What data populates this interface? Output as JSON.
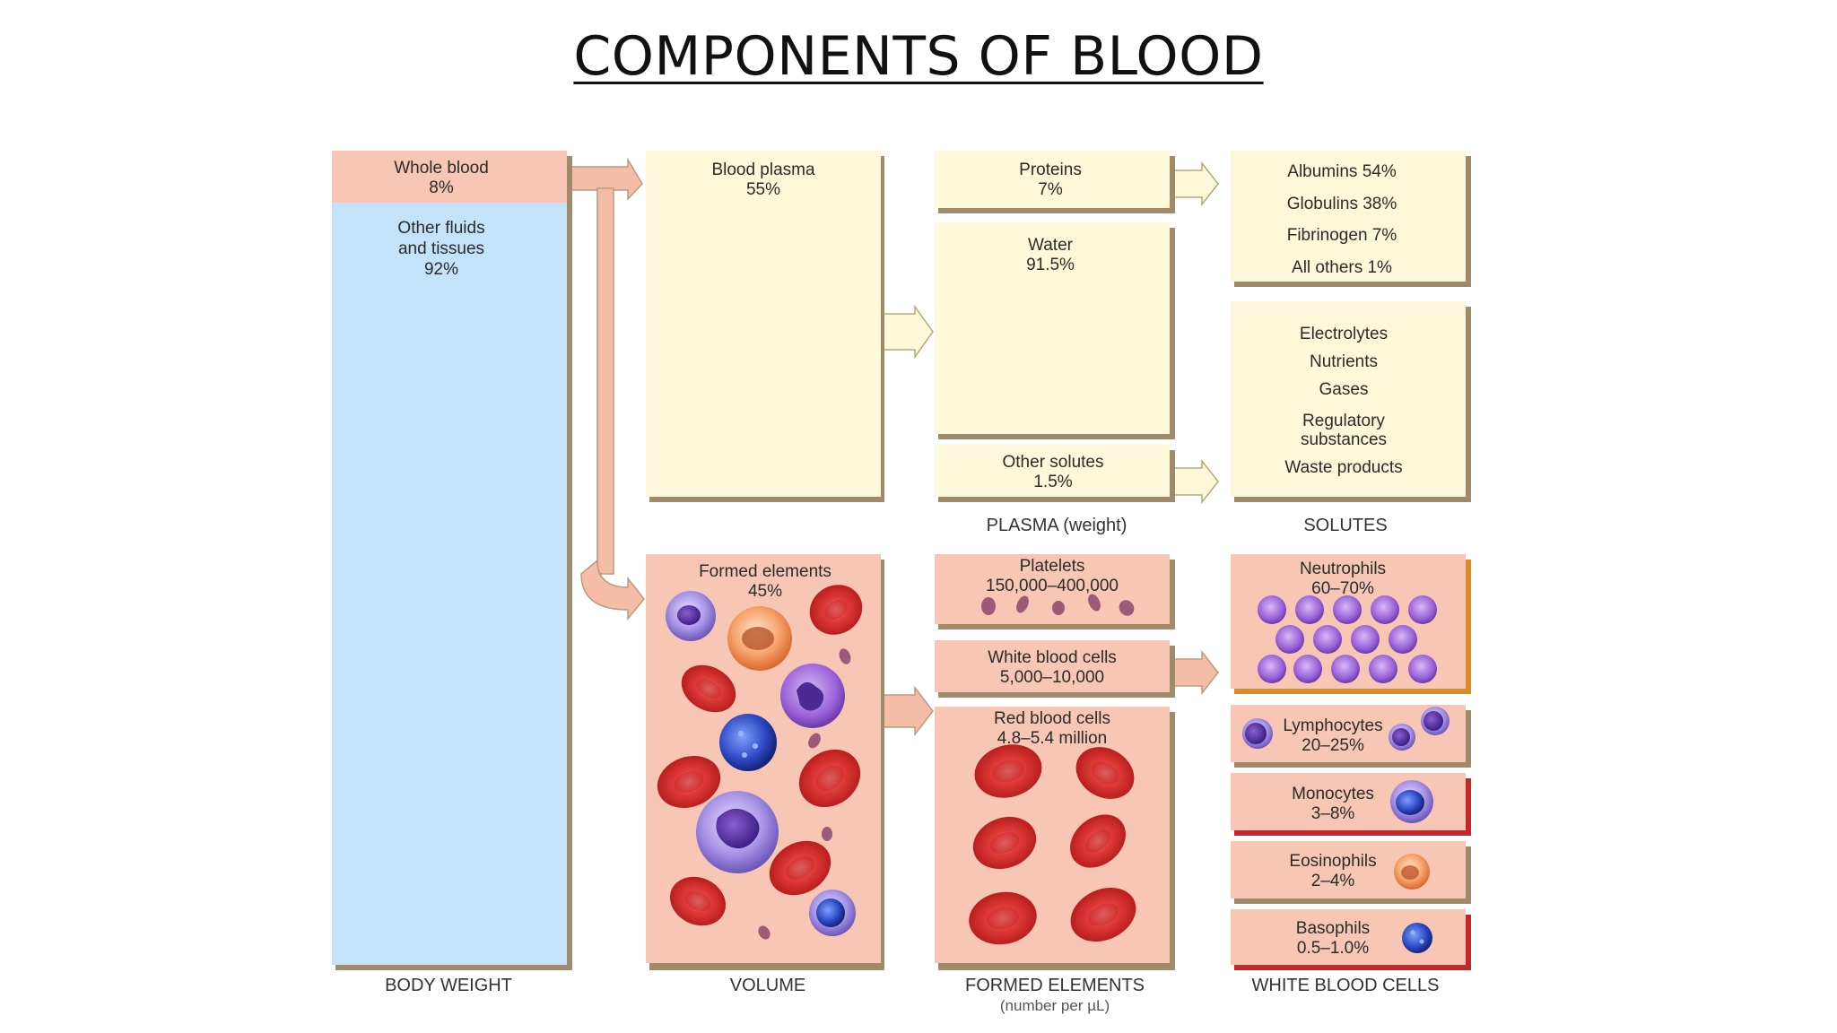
{
  "title": "COMPONENTS OF BLOOD",
  "colors": {
    "blood_pink": "#f7c6b4",
    "plasma_yellow": "#fcf8d9",
    "fluids_blue": "#c4e3f9",
    "shadow": "#a08a6a",
    "red_cell": "#e23b3b",
    "white_cell": "#7d5ccf"
  },
  "body_weight": {
    "whole_blood": {
      "name": "Whole blood",
      "value": "8%"
    },
    "other_fluids": {
      "name1": "Other fluids",
      "name2": "and tissues",
      "value": "92%"
    }
  },
  "volume": {
    "plasma": {
      "name": "Blood plasma",
      "value": "55%"
    },
    "formed": {
      "name": "Formed elements",
      "value": "45%"
    }
  },
  "plasma_weight": {
    "proteins": {
      "name": "Proteins",
      "value": "7%"
    },
    "water": {
      "name": "Water",
      "value": "91.5%"
    },
    "other_solutes": {
      "name": "Other solutes",
      "value": "1.5%"
    }
  },
  "solutes": {
    "proteins": [
      "Albumins 54%",
      "Globulins 38%",
      "Fibrinogen 7%",
      "All others 1%"
    ],
    "other": [
      "Electrolytes",
      "Nutrients",
      "Gases",
      "Regulatory",
      "substances",
      "Waste products"
    ]
  },
  "formed_elements": {
    "platelets": {
      "name": "Platelets",
      "value": "150,000–400,000"
    },
    "wbc": {
      "name": "White blood cells",
      "value": "5,000–10,000"
    },
    "rbc": {
      "name": "Red blood cells",
      "value": "4.8–5.4 million"
    }
  },
  "white_blood_cells": {
    "neutrophils": {
      "name": "Neutrophils",
      "value": "60–70%"
    },
    "lymphocytes": {
      "name": "Lymphocytes",
      "value": "20–25%"
    },
    "monocytes": {
      "name": "Monocytes",
      "value": "3–8%"
    },
    "eosinophils": {
      "name": "Eosinophils",
      "value": "2–4%"
    },
    "basophils": {
      "name": "Basophils",
      "value": "0.5–1.0%"
    }
  },
  "column_labels": {
    "body_weight": "BODY WEIGHT",
    "volume": "VOLUME",
    "plasma_weight": "PLASMA (weight)",
    "solutes": "SOLUTES",
    "formed_elements": "FORMED ELEMENTS",
    "formed_elements_sub": "(number per µL)",
    "white_blood_cells": "WHITE BLOOD CELLS"
  }
}
